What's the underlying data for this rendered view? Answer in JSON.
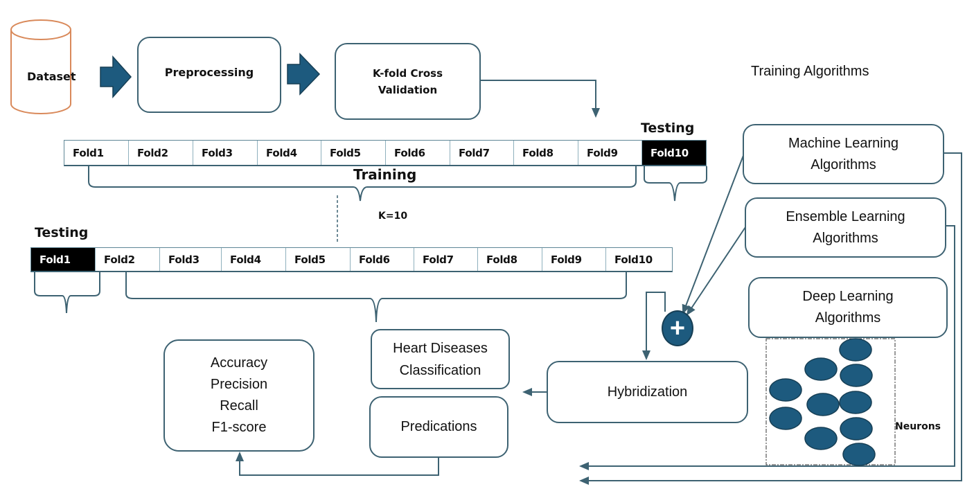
{
  "pipeline": {
    "dataset": "Dataset",
    "preprocessing": "Preprocessing",
    "kfold_line1": "K-fold Cross",
    "kfold_line2": "Validation"
  },
  "training_algorithms_title": "Training Algorithms",
  "fold_row_top": {
    "testing_label": "Testing",
    "training_label": "Training",
    "folds": [
      "Fold1",
      "Fold2",
      "Fold3",
      "Fold4",
      "Fold5",
      "Fold6",
      "Fold7",
      "Fold8",
      "Fold9",
      "Fold10"
    ],
    "test_fold_index": 9
  },
  "k_label": "K=10",
  "fold_row_bottom": {
    "testing_label": "Testing",
    "folds": [
      "Fold1",
      "Fold2",
      "Fold3",
      "Fold4",
      "Fold5",
      "Fold6",
      "Fold7",
      "Fold8",
      "Fold9",
      "Fold10"
    ],
    "test_fold_index": 0
  },
  "algorithms": {
    "ml_line1": "Machine Learning",
    "ml_line2": "Algorithms",
    "ensemble_line1": "Ensemble Learning",
    "ensemble_line2": "Algorithms",
    "deep_line1": "Deep Learning",
    "deep_line2": "Algorithms",
    "neurons_label": "Neurons"
  },
  "plus_symbol": "+",
  "hybridization": "Hybridization",
  "heart_line1": "Heart Diseases",
  "heart_line2": "Classification",
  "predications": "Predications",
  "metrics": [
    "Accuracy",
    "Precision",
    "Recall",
    "F1-score"
  ],
  "colors": {
    "accent": "#1d5a7e",
    "stroke": "#3d6272",
    "dataset_stroke": "#d9895a",
    "test_fold_bg": "#000000"
  }
}
